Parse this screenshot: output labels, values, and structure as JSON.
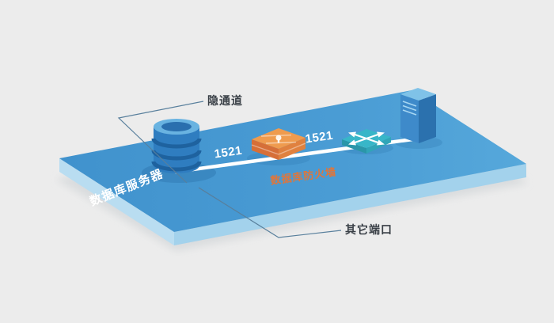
{
  "illustration": {
    "callout_top": {
      "label": "隐通道"
    },
    "callout_bottom": {
      "label": "其它端口"
    },
    "platform": {
      "label": "数据库服务器"
    },
    "line": {
      "port_left": "1521",
      "port_right": "1521"
    },
    "firewall": {
      "label": "数据库防火墙"
    },
    "icons": [
      "database-icon",
      "firewall-icon",
      "switch-icon",
      "server-icon"
    ],
    "colors": {
      "background": "#ececec",
      "platform_top": "#4a9cd4",
      "platform_edge_left": "#b9ddf1",
      "platform_edge_right": "#a3d2ec",
      "connection_line": "#ffffff",
      "callout_line": "#587f9c",
      "label_dark": "#3a4047",
      "firewall_orange": "#e0763a",
      "switch_teal": "#38b6c8",
      "server_blue": "#3e8aca",
      "database_blue": "#2f7dc0"
    }
  }
}
